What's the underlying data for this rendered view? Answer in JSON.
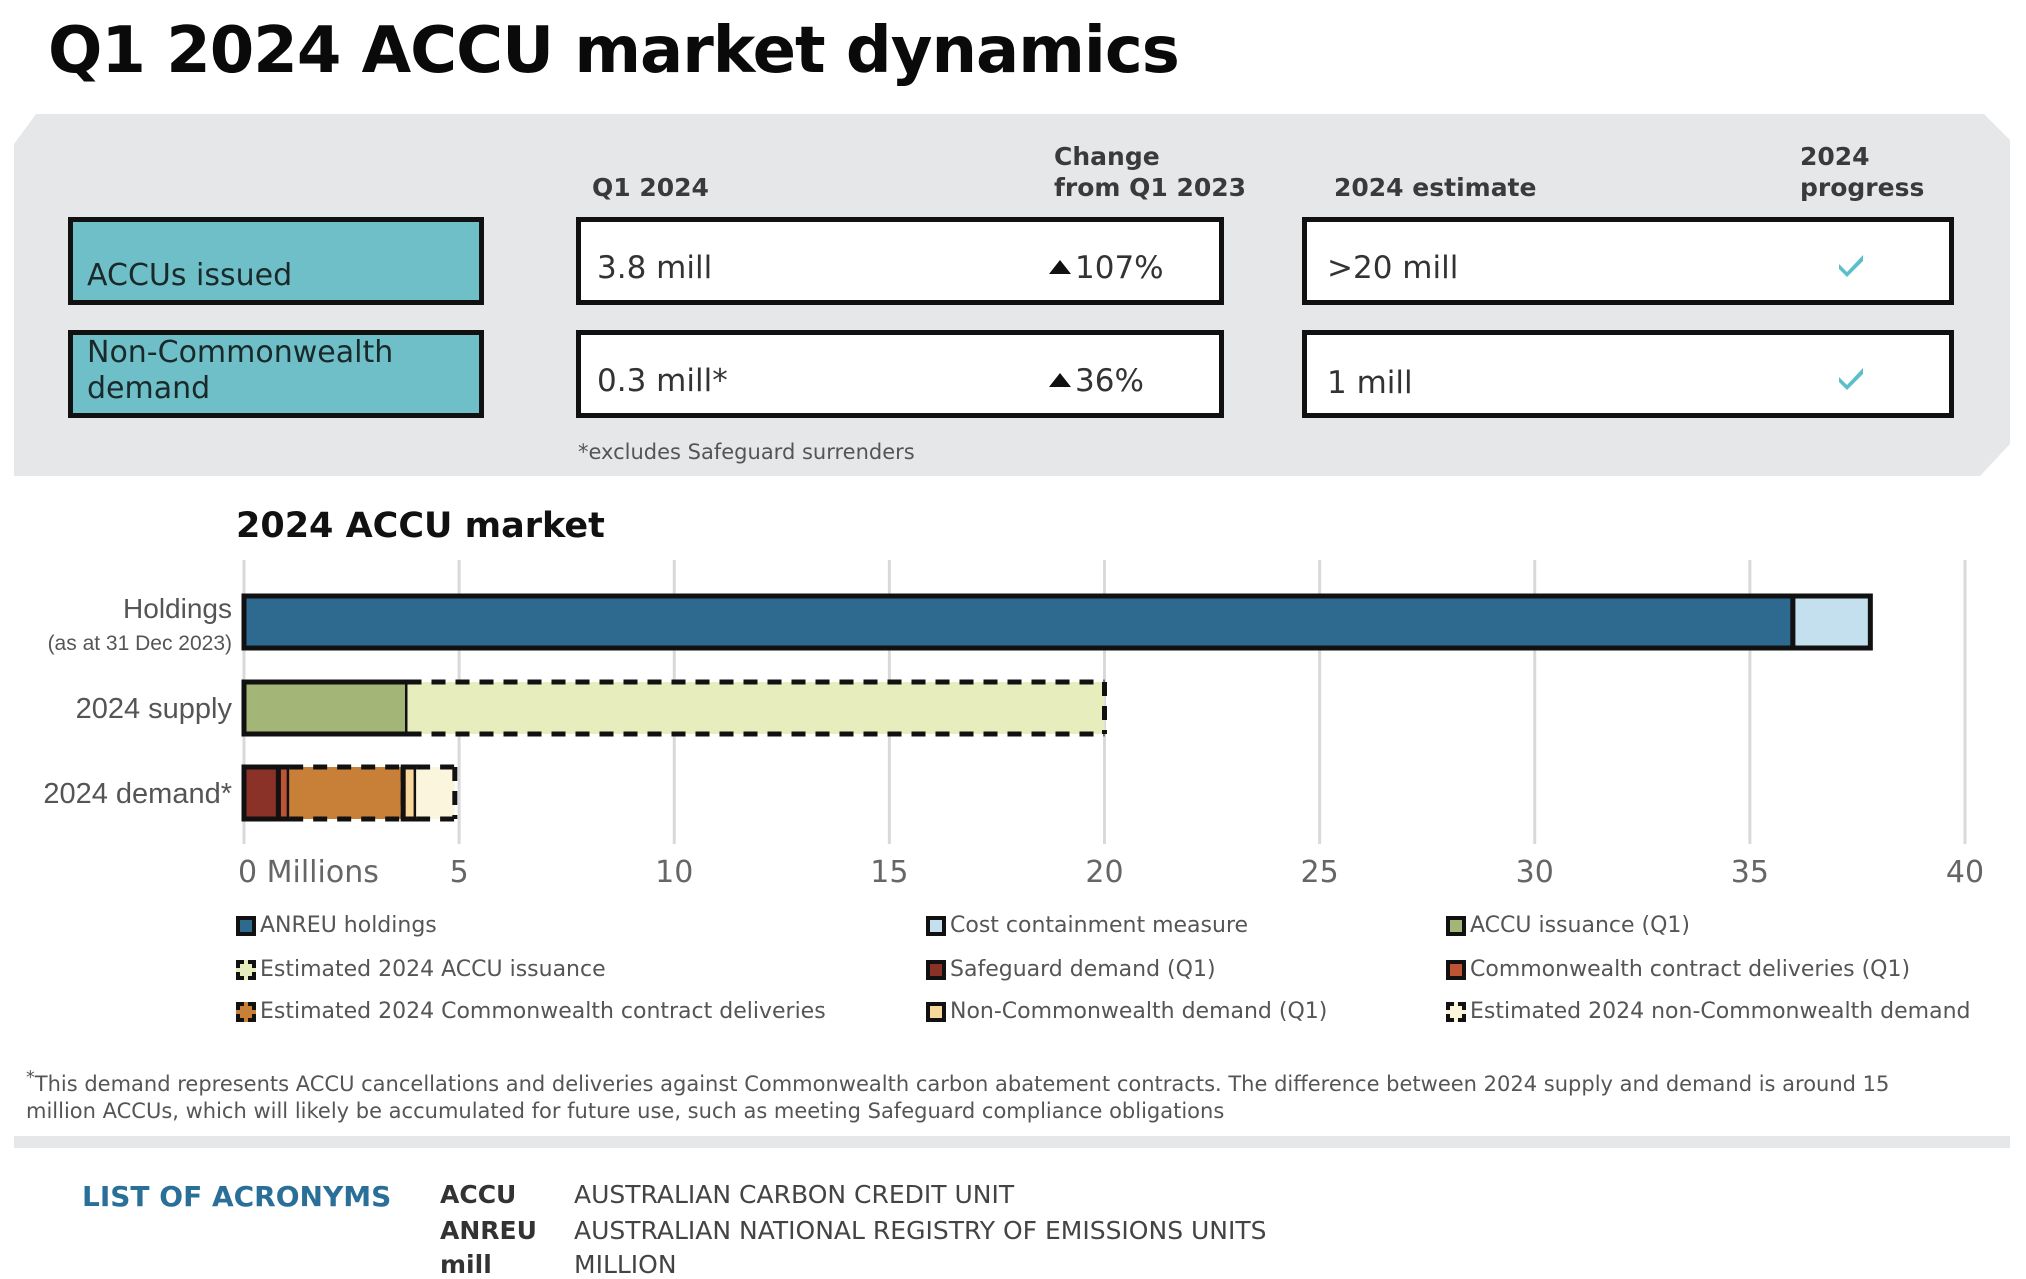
{
  "page_title": "Q1 2024 ACCU market dynamics",
  "summary": {
    "headers": {
      "q1": "Q1 2024",
      "change": [
        "Change",
        "from Q1 2023"
      ],
      "estimate": "2024 estimate",
      "progress": [
        "2024",
        "progress"
      ]
    },
    "rows": [
      {
        "label": "ACCUs issued",
        "q1_value": "3.8 mill",
        "change": "107%",
        "change_direction": "up",
        "estimate": ">20 mill",
        "progress": "on-track"
      },
      {
        "label": "Non-Commonwealth demand",
        "q1_value": "0.3 mill*",
        "change": "36%",
        "change_direction": "up",
        "estimate": "1 mill",
        "progress": "on-track"
      }
    ],
    "footnote": "*excludes Safeguard surrenders",
    "check_color": "#5bbfca"
  },
  "chart_data": {
    "type": "bar",
    "orientation": "horizontal",
    "stacked": true,
    "title": "2024 ACCU market",
    "xlabel": "Millions",
    "xlim": [
      0,
      40
    ],
    "xticks": [
      0,
      5,
      10,
      15,
      20,
      25,
      30,
      35,
      40
    ],
    "xtick_labels": [
      "0 Millions",
      "5",
      "10",
      "15",
      "20",
      "25",
      "30",
      "35",
      "40"
    ],
    "grid": true,
    "categories": [
      {
        "label": "Holdings",
        "sublabel": "(as at 31 Dec 2023)"
      },
      {
        "label": "2024 supply",
        "sublabel": ""
      },
      {
        "label": "2024 demand*",
        "sublabel": ""
      }
    ],
    "series": [
      {
        "name": "ANREU holdings",
        "color": "#2e6a8f",
        "dashed": false,
        "category": 0,
        "value": 36.0
      },
      {
        "name": "Cost containment measure",
        "color": "#c4e0ef",
        "dashed": false,
        "category": 0,
        "value": 1.8
      },
      {
        "name": "ACCU issuance (Q1)",
        "color": "#a3b577",
        "dashed": false,
        "category": 1,
        "value": 3.8
      },
      {
        "name": "Estimated 2024 ACCU issuance",
        "color": "#e8edbd",
        "dashed": true,
        "category": 1,
        "value": 16.2
      },
      {
        "name": "Safeguard demand (Q1)",
        "color": "#8a3128",
        "dashed": false,
        "category": 2,
        "value": 0.8
      },
      {
        "name": "Commonwealth contract deliveries (Q1)",
        "color": "#bd5434",
        "dashed": false,
        "category": 2,
        "value": 0.25
      },
      {
        "name": "Estimated 2024 Commonwealth contract deliveries",
        "color": "#c88039",
        "dashed": true,
        "category": 2,
        "value": 2.65
      },
      {
        "name": "Non-Commonwealth demand (Q1)",
        "color": "#f8d79c",
        "dashed": false,
        "category": 2,
        "value": 0.3
      },
      {
        "name": "Estimated 2024 non-Commonwealth demand",
        "color": "#fcf5dd",
        "dashed": true,
        "category": 2,
        "value": 0.9
      }
    ],
    "legend_order": [
      0,
      1,
      2,
      3,
      4,
      5,
      6,
      7,
      8
    ],
    "legend_position": "bottom"
  },
  "chart_footnote_marker": "*",
  "chart_footnote": "This demand represents ACCU cancellations and deliveries against Commonwealth carbon abatement contracts. The difference between 2024 supply and demand is around 15 million ACCUs, which will likely be accumulated for future use, such as meeting Safeguard compliance obligations",
  "acronyms": {
    "title": "LIST OF ACRONYMS",
    "items": [
      {
        "term": "ACCU",
        "definition": "AUSTRALIAN CARBON CREDIT UNIT"
      },
      {
        "term": "ANREU",
        "definition": "AUSTRALIAN NATIONAL REGISTRY OF EMISSIONS UNITS"
      },
      {
        "term": "mill",
        "definition": "MILLION"
      }
    ]
  }
}
